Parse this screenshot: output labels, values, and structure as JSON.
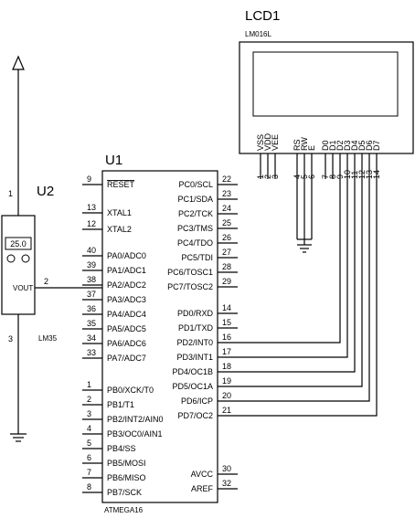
{
  "lcd": {
    "ref": "LCD1",
    "part": "LM016L",
    "pins": [
      {
        "name": "VSS",
        "num": "1"
      },
      {
        "name": "VDD",
        "num": "2"
      },
      {
        "name": "VEE",
        "num": "3"
      },
      {
        "name": "RS",
        "num": "4"
      },
      {
        "name": "RW",
        "num": "5"
      },
      {
        "name": "E",
        "num": "6"
      },
      {
        "name": "D0",
        "num": "7"
      },
      {
        "name": "D1",
        "num": "8"
      },
      {
        "name": "D2",
        "num": "9"
      },
      {
        "name": "D3",
        "num": "10"
      },
      {
        "name": "D4",
        "num": "11"
      },
      {
        "name": "D5",
        "num": "12"
      },
      {
        "name": "D6",
        "num": "13"
      },
      {
        "name": "D7",
        "num": "14"
      }
    ]
  },
  "mcu": {
    "ref": "U1",
    "part": "ATMEGA16",
    "left_pins": [
      {
        "name": "RESET",
        "num": "9"
      },
      {
        "name": "XTAL1",
        "num": "13"
      },
      {
        "name": "XTAL2",
        "num": "12"
      },
      {
        "name": "PA0/ADC0",
        "num": "40"
      },
      {
        "name": "PA1/ADC1",
        "num": "39"
      },
      {
        "name": "PA2/ADC2",
        "num": "38"
      },
      {
        "name": "PA3/ADC3",
        "num": "37"
      },
      {
        "name": "PA4/ADC4",
        "num": "36"
      },
      {
        "name": "PA5/ADC5",
        "num": "35"
      },
      {
        "name": "PA6/ADC6",
        "num": "34"
      },
      {
        "name": "PA7/ADC7",
        "num": "33"
      },
      {
        "name": "PB0/XCK/T0",
        "num": "1"
      },
      {
        "name": "PB1/T1",
        "num": "2"
      },
      {
        "name": "PB2/INT2/AIN0",
        "num": "3"
      },
      {
        "name": "PB3/OC0/AIN1",
        "num": "4"
      },
      {
        "name": "PB4/SS",
        "num": "5"
      },
      {
        "name": "PB5/MOSI",
        "num": "6"
      },
      {
        "name": "PB6/MISO",
        "num": "7"
      },
      {
        "name": "PB7/SCK",
        "num": "8"
      }
    ],
    "right_pins": [
      {
        "name": "PC0/SCL",
        "num": "22"
      },
      {
        "name": "PC1/SDA",
        "num": "23"
      },
      {
        "name": "PC2/TCK",
        "num": "24"
      },
      {
        "name": "PC3/TMS",
        "num": "25"
      },
      {
        "name": "PC4/TDO",
        "num": "26"
      },
      {
        "name": "PC5/TDI",
        "num": "27"
      },
      {
        "name": "PC6/TOSC1",
        "num": "28"
      },
      {
        "name": "PC7/TOSC2",
        "num": "29"
      },
      {
        "name": "PD0/RXD",
        "num": "14"
      },
      {
        "name": "PD1/TXD",
        "num": "15"
      },
      {
        "name": "PD2/INT0",
        "num": "16"
      },
      {
        "name": "PD3/INT1",
        "num": "17"
      },
      {
        "name": "PD4/OC1B",
        "num": "18"
      },
      {
        "name": "PD5/OC1A",
        "num": "19"
      },
      {
        "name": "PD6/ICP",
        "num": "20"
      },
      {
        "name": "PD7/OC2",
        "num": "21"
      },
      {
        "name": "AVCC",
        "num": "30"
      },
      {
        "name": "AREF",
        "num": "32"
      }
    ]
  },
  "sensor": {
    "ref": "U2",
    "part": "LM35",
    "reading": "25.0",
    "output_label": "VOUT",
    "pin_top": "1",
    "pin_out": "2",
    "pin_bottom": "3"
  }
}
